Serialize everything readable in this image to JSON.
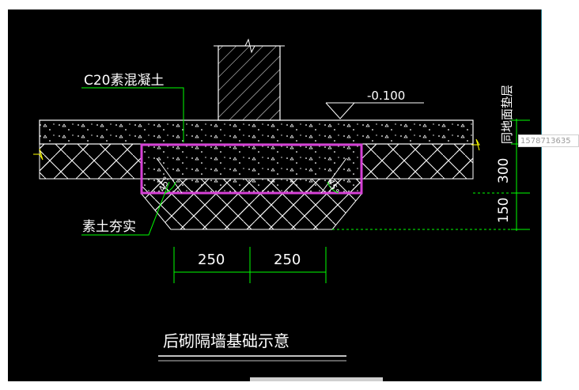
{
  "drawing": {
    "caption": "后砌隔墙基础示意",
    "labels": {
      "concrete": "C20素混凝土",
      "soil": "素土夯实",
      "elevation": "-0.100",
      "floor_layer": "同地面垫层",
      "angle_left": "45°",
      "angle_right": "45°"
    },
    "dimensions": {
      "bottom": [
        "250",
        "250"
      ],
      "right": [
        "300",
        "150"
      ]
    },
    "colors": {
      "background": "#000000",
      "lines": "#ffffff",
      "highlight": "#d640d6",
      "leaders": "#00ff00"
    }
  },
  "watermark": "1578713635"
}
